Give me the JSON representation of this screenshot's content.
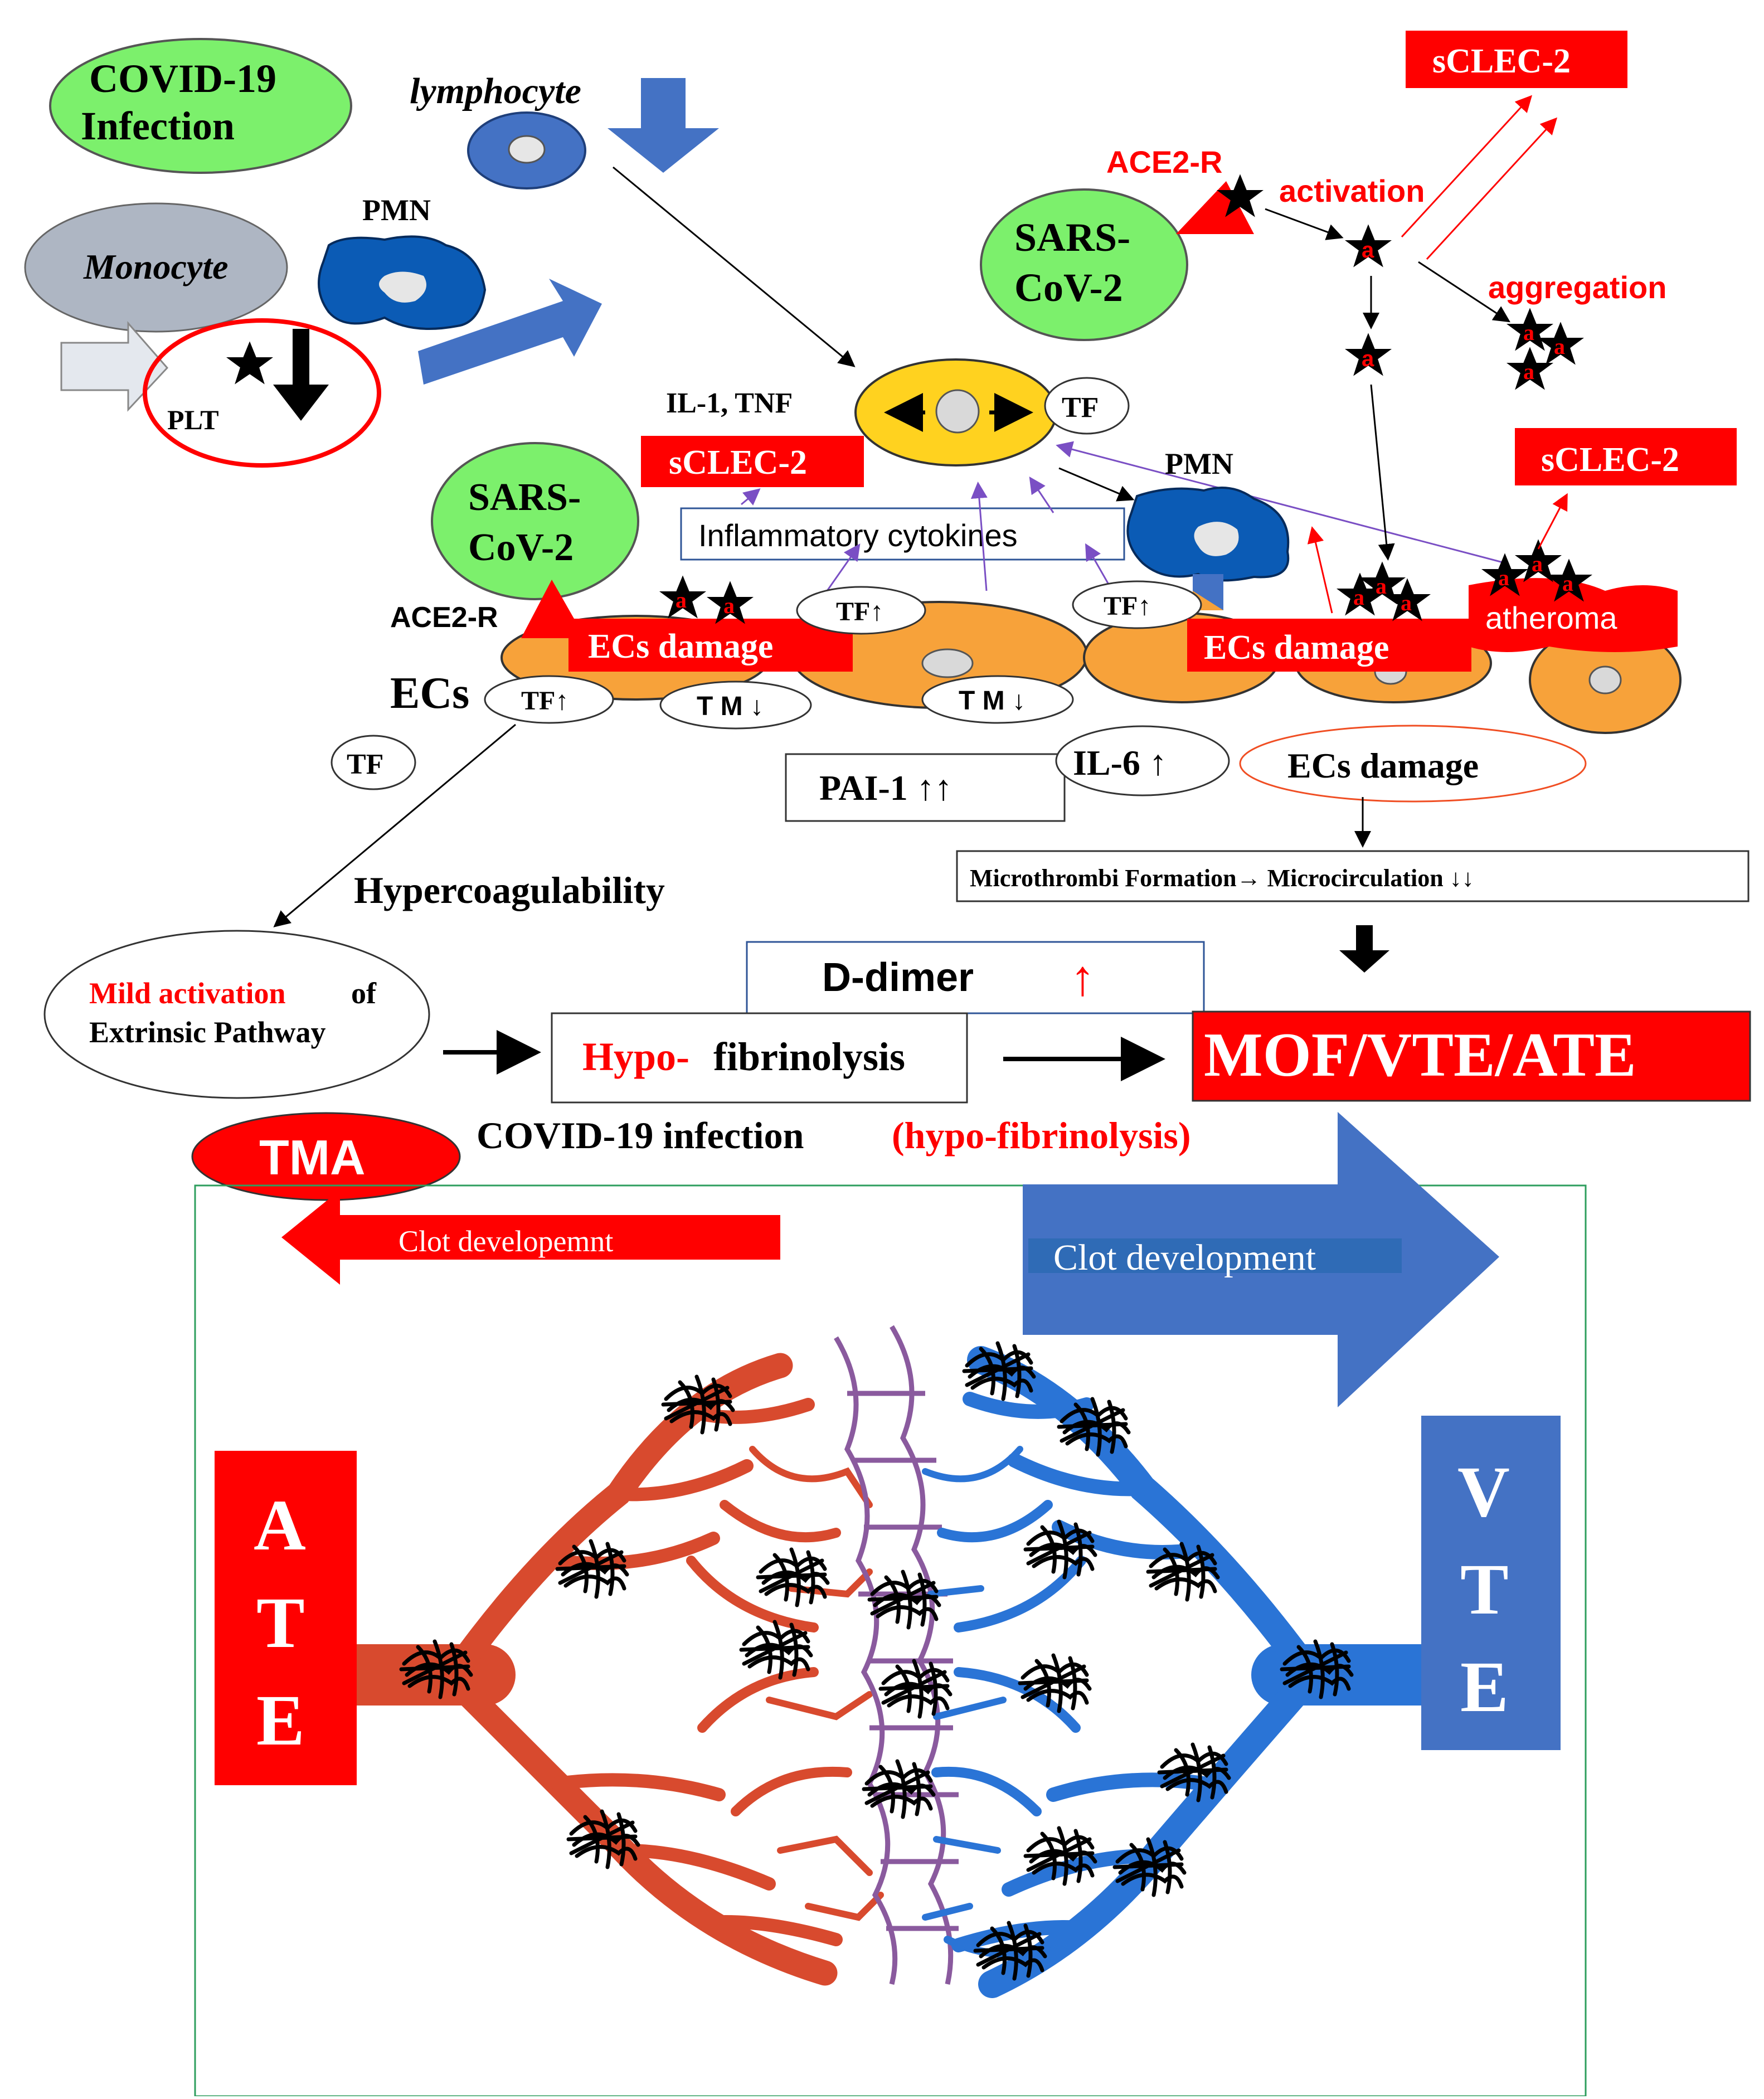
{
  "labels": {
    "covid_infection_line1": "COVID-19",
    "covid_infection_line2": "Infection",
    "lymphocyte": "lymphocyte",
    "monocyte": "Monocyte",
    "pmn_top": "PMN",
    "plt": "PLT",
    "il1_tnf": "IL-1, TNF",
    "tf_macrophage": "TF",
    "sclec2_center": "sCLEC-2",
    "sars_left_line1": "SARS-",
    "sars_left_line2": "CoV-2",
    "ace2r_left": "ACE2-R",
    "inflammatory_cytokines": "Inflammatory cytokines",
    "pmn_right": "PMN",
    "ecs": "ECs",
    "ecs_damage_left": "ECs  damage",
    "ecs_damage_right": "ECs  damage",
    "atheroma": "atheroma",
    "tf_up_1": "TF↑",
    "tf_up_2": "TF↑",
    "tf_up_3": "TF↑",
    "tm_down_1": "T M ↓",
    "tm_down_2": "T M ↓",
    "tf_lone": "TF",
    "pai1": "PAI-1 ↑↑",
    "il6": "IL-6 ↑",
    "ecs_damage_oval": "ECs  damage",
    "microthrombi": "Microthrombi Formation→ Microcirculation ↓↓",
    "hypercoagulability": "Hypercoagulability",
    "mild_activation_red": "Mild  activation",
    "mild_activation_black": "of",
    "extrinsic_pathway": "Extrinsic  Pathway",
    "d_dimer": "D-dimer",
    "d_dimer_arrow": "↑",
    "hypo_red": "Hypo-",
    "hypo_black": "fibrinolysis",
    "mof": "MOF/VTE/ATE",
    "sclec2_top": "sCLEC-2",
    "ace2r_right": "ACE2-R",
    "activation": "activation",
    "sars_right_line1": "SARS-",
    "sars_right_line2": "CoV-2",
    "aggregation": "aggregation",
    "sclec2_right": "sCLEC-2",
    "star_letter": "a",
    "tma": "TMA",
    "covid_hypo_black": "COVID-19 infection",
    "covid_hypo_red": "(hypo-fibrinolysis)",
    "clot_dev_red": "Clot developemnt",
    "clot_dev_blue": "Clot development",
    "ate_a": "A",
    "ate_t": "T",
    "ate_e": "E",
    "vte_v": "V",
    "vte_t": "T",
    "vte_e": "E"
  },
  "colors": {
    "red": "#ff0000",
    "blue": "#4472c4",
    "green": "#7cf06c",
    "orange": "#f7a23a",
    "yellow": "#ffd21f",
    "cell_blue": "#0b5bb5",
    "gray": "#aeb6c3",
    "artery_red": "#d84a2e",
    "vein_blue": "#2a74d6",
    "frame_green": "#2e9e5e"
  }
}
